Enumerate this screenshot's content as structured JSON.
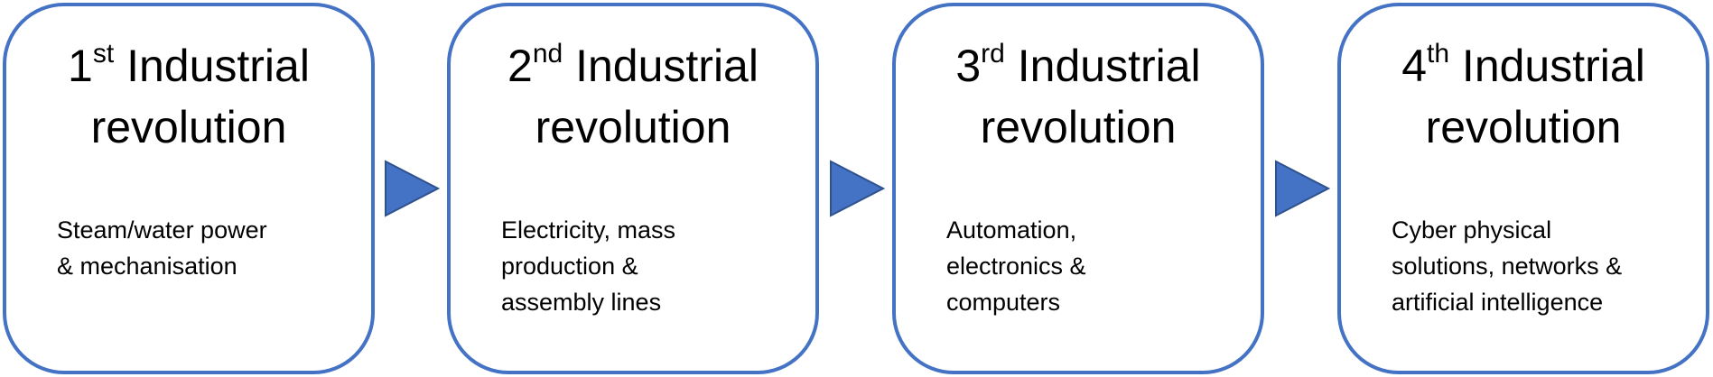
{
  "colors": {
    "border": "#4472C4",
    "arrow_fill": "#4472C4",
    "arrow_stroke": "#2F528F"
  },
  "stages": [
    {
      "ordinal": "1",
      "suffix": "st",
      "title_rest": " Industrial",
      "title_line2": "revolution",
      "description": "Steam/water power\n& mechanisation"
    },
    {
      "ordinal": "2",
      "suffix": "nd",
      "title_rest": " Industrial",
      "title_line2": "revolution",
      "description": "Electricity, mass\nproduction &\nassembly lines"
    },
    {
      "ordinal": "3",
      "suffix": "rd",
      "title_rest": " Industrial",
      "title_line2": "revolution",
      "description": "Automation,\nelectronics &\ncomputers"
    },
    {
      "ordinal": "4",
      "suffix": "th",
      "title_rest": " Industrial",
      "title_line2": "revolution",
      "description": "Cyber physical\nsolutions, networks &\nartificial intelligence"
    }
  ],
  "arrows": [
    {
      "icon": "triangle-right-arrow-icon"
    },
    {
      "icon": "triangle-right-arrow-icon"
    },
    {
      "icon": "triangle-right-arrow-icon"
    }
  ]
}
